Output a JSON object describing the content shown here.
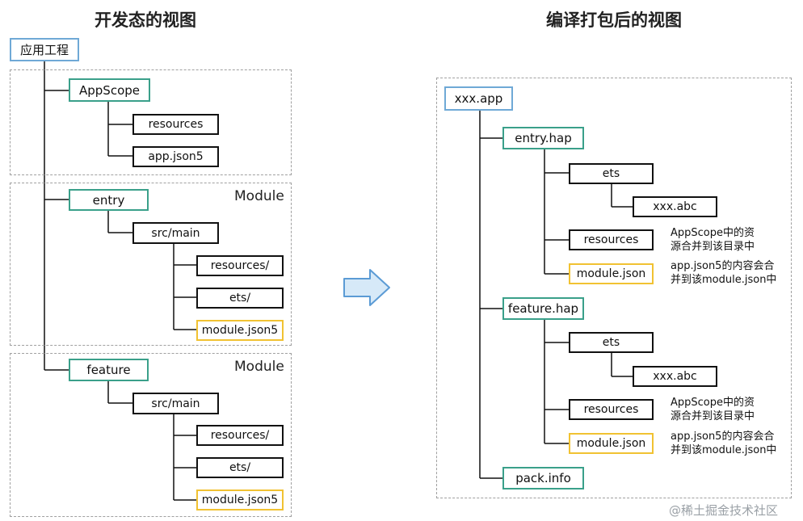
{
  "left": {
    "title": "开发态的视图",
    "root": "应用工程",
    "appscope": {
      "label": "AppScope",
      "children": [
        "resources",
        "app.json5"
      ]
    },
    "modules": [
      {
        "region_label": "Module",
        "name": "entry",
        "src": "src/main",
        "children": [
          "resources/",
          "ets/",
          "module.json5"
        ]
      },
      {
        "region_label": "Module",
        "name": "feature",
        "src": "src/main",
        "children": [
          "resources/",
          "ets/",
          "module.json5"
        ]
      }
    ]
  },
  "right": {
    "title": "编译打包后的视图",
    "root": "xxx.app",
    "haps": [
      {
        "name": "entry.hap",
        "ets": "ets",
        "abc": "xxx.abc",
        "resources": "resources",
        "module_json": "module.json",
        "note_resources": "AppScope中的资\n源合并到该目录中",
        "note_module": "app.json5的内容会合\n并到该module.json中"
      },
      {
        "name": "feature.hap",
        "ets": "ets",
        "abc": "xxx.abc",
        "resources": "resources",
        "module_json": "module.json",
        "note_resources": "AppScope中的资\n源合并到该目录中",
        "note_module": "app.json5的内容会合\n并到该module.json中"
      }
    ],
    "pack_info": "pack.info"
  },
  "watermark": "@稀土掘金技术社区",
  "colors": {
    "green": "#3aa08a",
    "blue": "#6fa9d6",
    "yellow": "#f1c232",
    "arrow_fill": "#d6e9f8",
    "arrow_stroke": "#5b9bd5"
  }
}
